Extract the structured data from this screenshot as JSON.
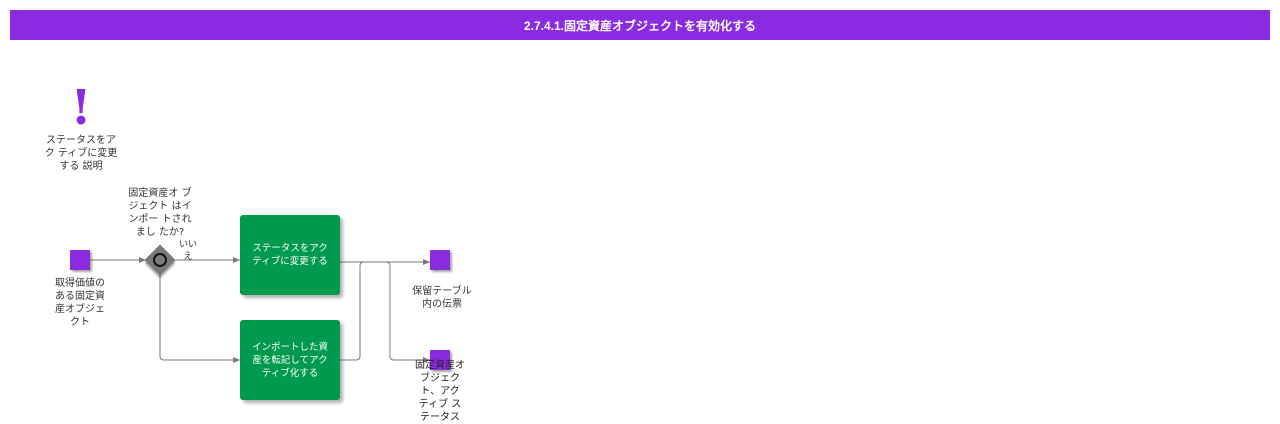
{
  "title": "2.7.4.1.固定資産オブジェクトを有効化する",
  "annotation": {
    "icon": "exclamation-icon",
    "glyph": "!",
    "lines": [
      "ステータスをア",
      "ク ティブに変更",
      "する 説明"
    ]
  },
  "start_event": {
    "lines": [
      "取得価値の",
      "ある固定資",
      "産オブジェ",
      "クト"
    ]
  },
  "gateway": {
    "lines": [
      "固定資産オ ブ",
      "ジェクト はイ",
      "ンポー トされ",
      "まし たか?"
    ],
    "no_label_lines": [
      "いい",
      "え"
    ]
  },
  "task_activate": {
    "lines": [
      "ステータスをアク",
      "ティブに変更する"
    ]
  },
  "task_import": {
    "lines": [
      "インポートした資",
      "産を転記してアク",
      "ティブ化する"
    ]
  },
  "end_event_hold": {
    "lines": [
      "保留テーブル",
      "内の伝票"
    ]
  },
  "end_event_active": {
    "lines": [
      "固定資産オ",
      "ブジェク",
      "ト、アク",
      "ティブ ス",
      "テータス"
    ]
  },
  "colors": {
    "header": "#8a2be2",
    "event": "#8a2be2",
    "task": "#009a4e",
    "gateway": "#7a7a7a"
  }
}
